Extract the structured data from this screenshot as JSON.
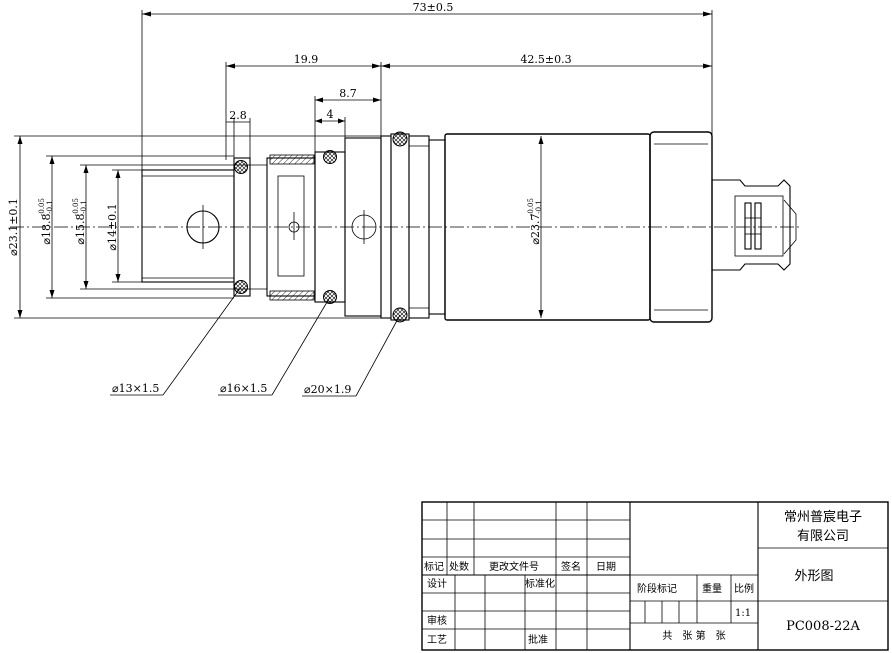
{
  "dimensions": {
    "overall_length": "73±0.5",
    "left_length": "19.9",
    "right_length": "42.5±0.3",
    "step_8_7": "8.7",
    "step_4": "4",
    "step_2_8": "2.8",
    "dia_23_1": "⌀23.1±0.1",
    "dia_18_8": "⌀18.8",
    "dia_18_8_tol_upper": "-0.05",
    "dia_18_8_tol_lower": "-0.1",
    "dia_15_8": "⌀15.8",
    "dia_15_8_tol_upper": "-0.05",
    "dia_15_8_tol_lower": "-0.1",
    "dia_14": "⌀14±0.1",
    "dia_23_7": "⌀23.7",
    "dia_23_7_tol_upper": "-0.05",
    "dia_23_7_tol_lower": "-0.1"
  },
  "oring_callouts": {
    "oring_13": "⌀13×1.5",
    "oring_16": "⌀16×1.5",
    "oring_20": "⌀20×1.9"
  },
  "title_block": {
    "company_line1": "常州普宸电子",
    "company_line2": "有限公司",
    "drawing_title": "外形图",
    "drawing_number": "PC008-22A",
    "scale": "1:1",
    "labels": {
      "mark": "标记",
      "count": "处数",
      "change_doc": "更改文件号",
      "sign": "签名",
      "date": "日期",
      "design": "设计",
      "standardize": "标准化",
      "stage_mark": "阶段标记",
      "weight": "重量",
      "scale": "比例",
      "review": "审核",
      "process": "工艺",
      "approve": "批准",
      "sheets": "共　张 第　张"
    }
  }
}
